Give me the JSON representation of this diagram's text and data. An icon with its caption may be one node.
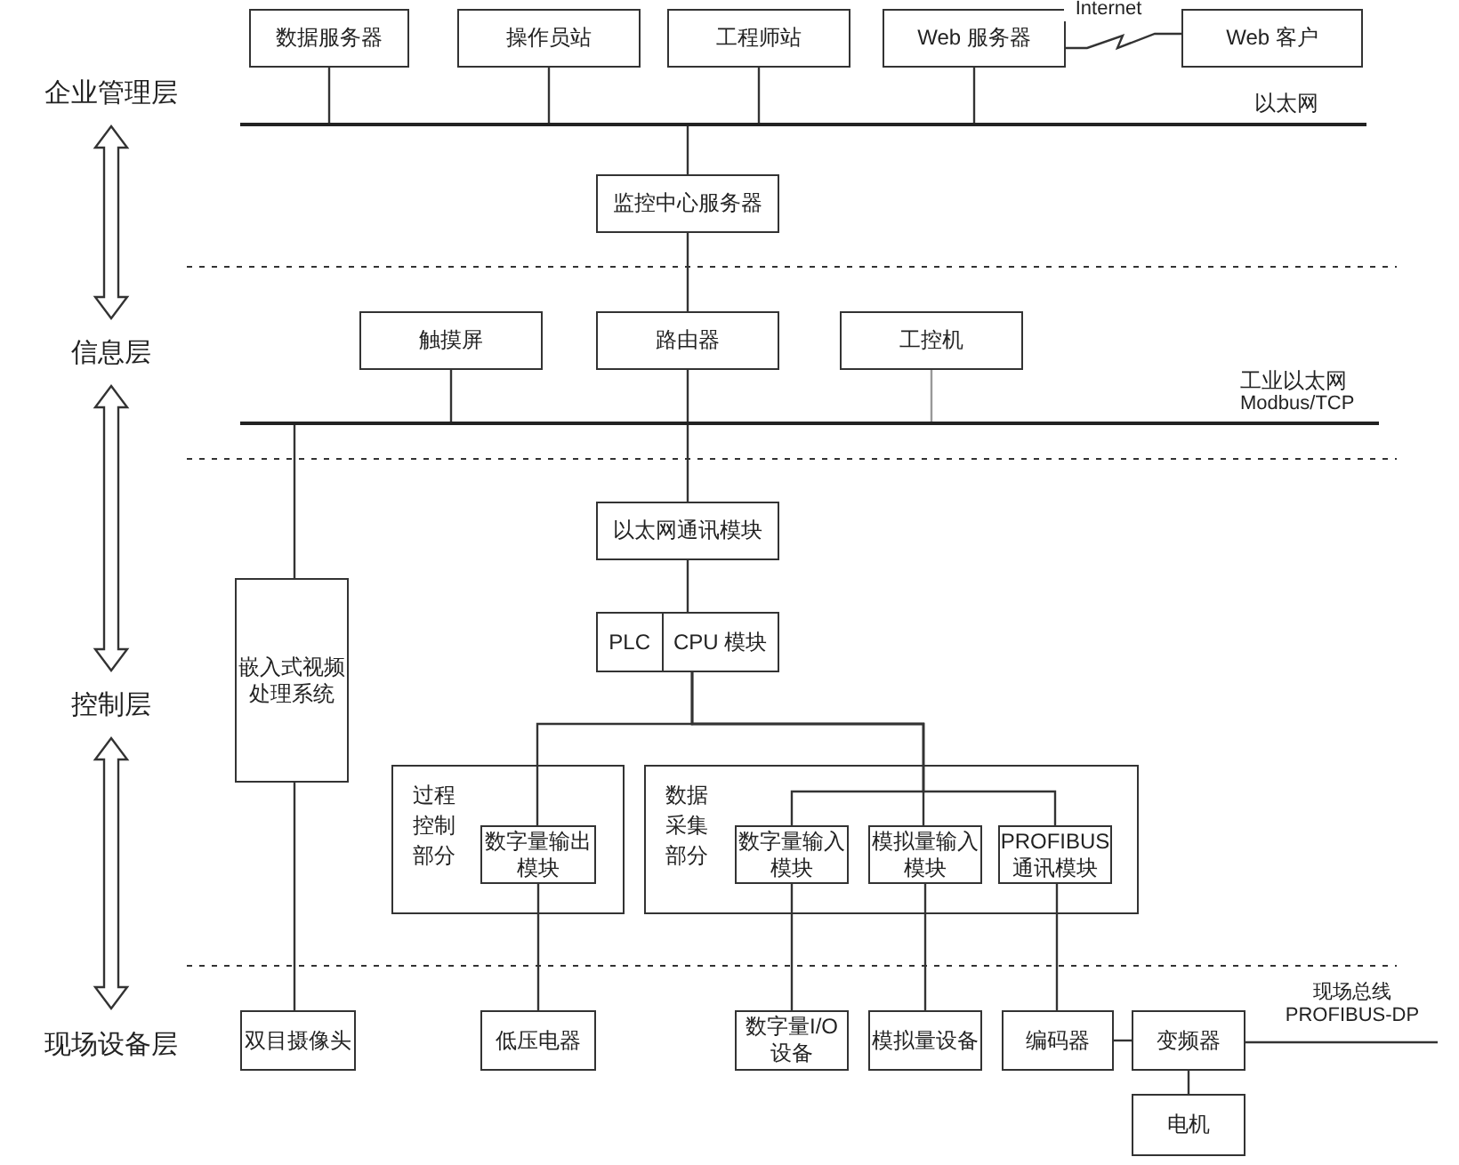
{
  "diagram": {
    "nodes": [
      {
        "text": [
          "企业管理层"
        ]
      },
      {
        "text": [
          "数据服务器"
        ]
      },
      {
        "text": [
          "操作员站"
        ]
      },
      {
        "text": [
          "工程师站"
        ]
      },
      {
        "text": [
          "Web 服务器"
        ]
      },
      {
        "text": [
          "Web 客户"
        ]
      },
      {
        "text": [],
        "shape": "bar",
        "beside": [
          "以太网"
        ]
      },
      {
        "text": [
          "监控中心服务器"
        ]
      },
      {
        "text": [
          "信息层"
        ]
      },
      {
        "text": [
          "触摸屏"
        ]
      },
      {
        "text": [
          "路由器"
        ]
      },
      {
        "text": [
          "工控机"
        ]
      },
      {
        "text": [],
        "shape": "bar",
        "beside": [
          "工业以太网",
          "Modbus/TCP"
        ]
      },
      {
        "text": [
          "以太网通讯模块"
        ]
      },
      {
        "text": [
          "嵌入式视频处理系统"
        ]
      },
      {
        "text": [
          "控制层"
        ]
      },
      {
        "text": [
          "PLC",
          "CPU 模块"
        ]
      },
      {
        "text": [
          "过程控制部分"
        ]
      },
      {
        "text": [
          "数字量输出模块"
        ],
        "in": 17
      },
      {
        "text": [
          "数据采集部分"
        ]
      },
      {
        "text": [
          "数字量输入模块"
        ],
        "in": 19
      },
      {
        "text": [
          "模拟量输入模块"
        ],
        "in": 19
      },
      {
        "text": [
          "PROFIBUS通讯模块"
        ],
        "in": 19
      },
      {
        "text": [
          "现场设备层"
        ]
      },
      {
        "text": [
          "双目摄像头"
        ]
      },
      {
        "text": [
          "低压电器"
        ]
      },
      {
        "text": [
          "数字量I/O设备"
        ]
      },
      {
        "text": [
          "模拟量设备"
        ]
      },
      {
        "text": [
          "编码器"
        ]
      },
      {
        "text": [
          "变频器"
        ]
      },
      {
        "text": [
          "电机"
        ]
      }
    ],
    "edges": [
      {
        "from": 0,
        "to": 8,
        "arrow": "both"
      },
      {
        "from": 8,
        "to": 15,
        "arrow": "both"
      },
      {
        "from": 15,
        "to": 23,
        "arrow": "both"
      },
      {
        "from": 1,
        "to": 6,
        "arrow": "none"
      },
      {
        "from": 2,
        "to": 6,
        "arrow": "none"
      },
      {
        "from": 3,
        "to": 6,
        "arrow": "none"
      },
      {
        "from": 4,
        "to": 6,
        "arrow": "none"
      },
      {
        "from": 4,
        "to": 5,
        "arrow": "none",
        "label": "Internet"
      },
      {
        "from": 6,
        "to": 7,
        "arrow": "none"
      },
      {
        "from": 7,
        "to": 10,
        "arrow": "none"
      },
      {
        "from": 9,
        "to": 12,
        "arrow": "none"
      },
      {
        "from": 10,
        "to": 12,
        "arrow": "none"
      },
      {
        "from": 11,
        "to": 12,
        "arrow": "none",
        "color": "#999999"
      },
      {
        "from": 12,
        "to": 13,
        "arrow": "none"
      },
      {
        "from": 12,
        "to": 14,
        "arrow": "none"
      },
      {
        "from": 13,
        "to": 16,
        "arrow": "none"
      },
      {
        "from": 16,
        "to": 18,
        "arrow": "none"
      },
      {
        "from": 16,
        "to": 20,
        "arrow": "none"
      },
      {
        "from": 16,
        "to": 21,
        "arrow": "none"
      },
      {
        "from": 16,
        "to": 22,
        "arrow": "none"
      },
      {
        "from": 14,
        "to": 24,
        "arrow": "none"
      },
      {
        "from": 18,
        "to": 25,
        "arrow": "none"
      },
      {
        "from": 20,
        "to": 26,
        "arrow": "none"
      },
      {
        "from": 21,
        "to": 27,
        "arrow": "none"
      },
      {
        "from": 22,
        "to": 28,
        "arrow": "none"
      },
      {
        "from": 28,
        "to": 29,
        "arrow": "none"
      },
      {
        "from": 29,
        "to": 30,
        "arrow": "none"
      },
      {
        "from": 29,
        "to": null,
        "arrow": "none",
        "label": "现场总线 PROFIBUS-DP"
      }
    ]
  }
}
